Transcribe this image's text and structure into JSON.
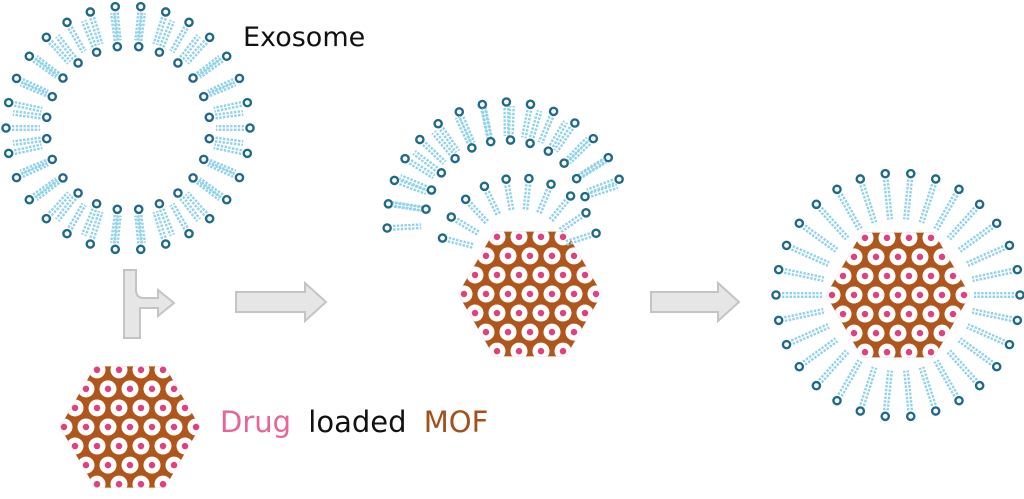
{
  "labels": {
    "exosome": "Exosome",
    "drug": "Drug",
    "loaded": "loaded",
    "mof": "MOF"
  },
  "colors": {
    "lipid_head_stroke": "#1f6a8a",
    "lipid_tail": "#8fd2ea",
    "mof_framework": "#b0561d",
    "mof_pore": "#ffffff",
    "drug": "#e0407f",
    "arrow_fill": "#e6e6e6",
    "arrow_stroke": "#c4c4c4",
    "drug_text": "#e8649a",
    "mof_text": "#a4501c",
    "plain_text": "#111111"
  },
  "stages": [
    {
      "name": "exosome"
    },
    {
      "name": "drug-loaded-mof"
    },
    {
      "name": "fusion"
    },
    {
      "name": "mof-coated-with-exosome-membrane"
    }
  ]
}
